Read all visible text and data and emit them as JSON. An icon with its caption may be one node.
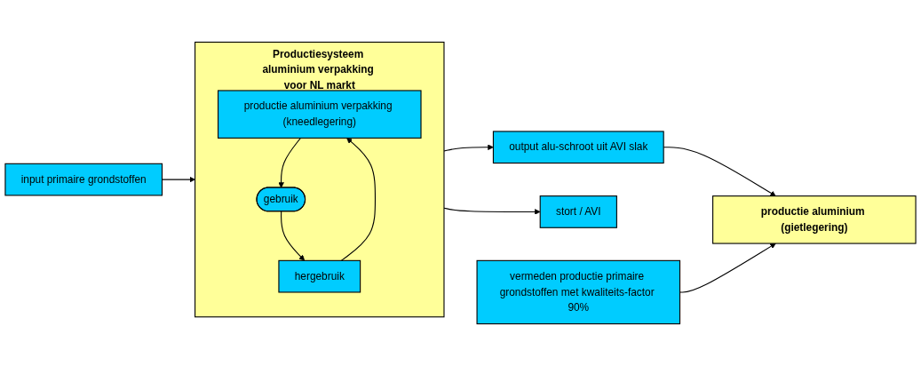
{
  "diagram": {
    "nodes": [
      {
        "text": [
          "Productiesysteem aluminium verpakking voor NL markt"
        ]
      },
      {
        "text": [
          "productie aluminium verpakking (kneedlegering)"
        ],
        "in": 0
      },
      {
        "text": [
          "gebruik"
        ],
        "in": 0
      },
      {
        "text": [
          "hergebruik"
        ],
        "in": 0
      },
      {
        "text": [
          "input primaire grondstoffen"
        ]
      },
      {
        "text": [
          "output alu-schroot uit AVI slak"
        ]
      },
      {
        "text": [
          "stort / AVI"
        ]
      },
      {
        "text": [
          "productie aluminium (gietlegering)"
        ]
      },
      {
        "text": [
          "vermeden productie primaire grondstoffen met kwaliteits-factor 90%"
        ]
      }
    ],
    "edges": [
      {
        "from": 1,
        "to": 2,
        "arrow": "to"
      },
      {
        "from": 2,
        "to": 3,
        "arrow": "to"
      },
      {
        "from": 3,
        "to": 1,
        "arrow": "to"
      },
      {
        "from": 4,
        "to": 0,
        "arrow": "to"
      },
      {
        "from": 0,
        "to": 5,
        "arrow": "to"
      },
      {
        "from": 0,
        "to": 6,
        "arrow": "to"
      },
      {
        "from": 5,
        "to": 7,
        "arrow": "to"
      },
      {
        "from": 8,
        "to": 7,
        "arrow": "to"
      }
    ]
  }
}
